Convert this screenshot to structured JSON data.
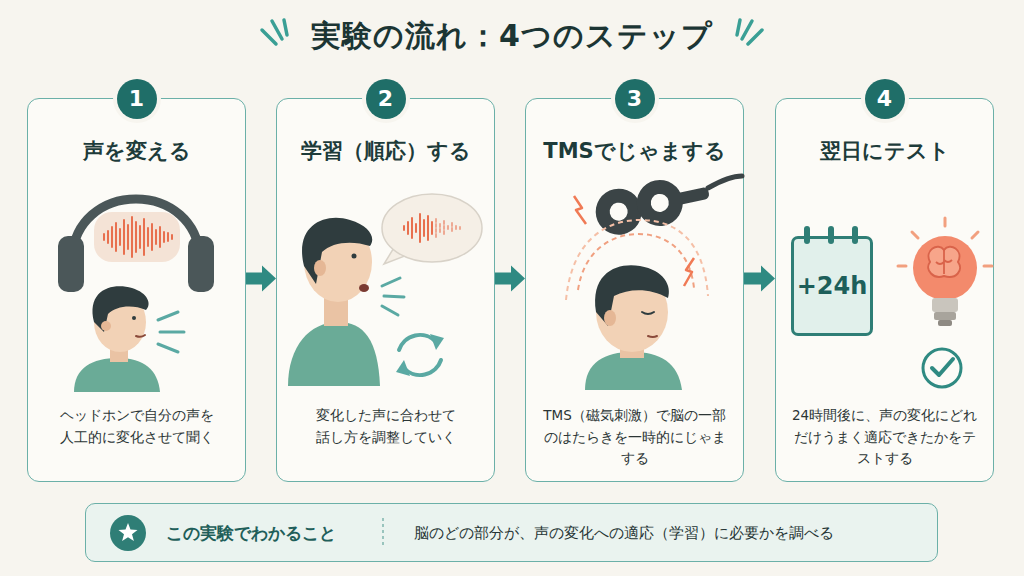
{
  "diagram": {
    "title": "実験の流れ：4つのステップ",
    "nodes": [
      {
        "text": [
          "声を変える",
          "ヘッドホンで自分の声を人工的に変化させて聞く"
        ]
      },
      {
        "text": [
          "1"
        ],
        "in": 0
      },
      {
        "text": [
          "学習（順応）する",
          "変化した声に合わせて話し方を調整していく"
        ]
      },
      {
        "text": [
          "2"
        ],
        "in": 2
      },
      {
        "text": [
          "TMSでじゃまする",
          "TMS（磁気刺激）で脳の一部のはたらきを一時的にじゃまする"
        ]
      },
      {
        "text": [
          "3"
        ],
        "in": 4
      },
      {
        "text": [
          "翌日にテスト",
          "24時間後に、声の変化にどれだけうまく適応できたかをテストする"
        ]
      },
      {
        "text": [
          "4"
        ],
        "in": 6
      },
      {
        "text": [
          "+24h"
        ],
        "in": 6
      },
      {
        "text": [
          "この実験でわかること",
          "脳のどの部分が、声の変化への適応（学習）に必要かを調べる"
        ]
      }
    ],
    "edges": [
      {
        "from": 0,
        "to": 2,
        "arrow": "to"
      },
      {
        "from": 2,
        "to": 4,
        "arrow": "to"
      },
      {
        "from": 4,
        "to": 6,
        "arrow": "to"
      }
    ]
  }
}
